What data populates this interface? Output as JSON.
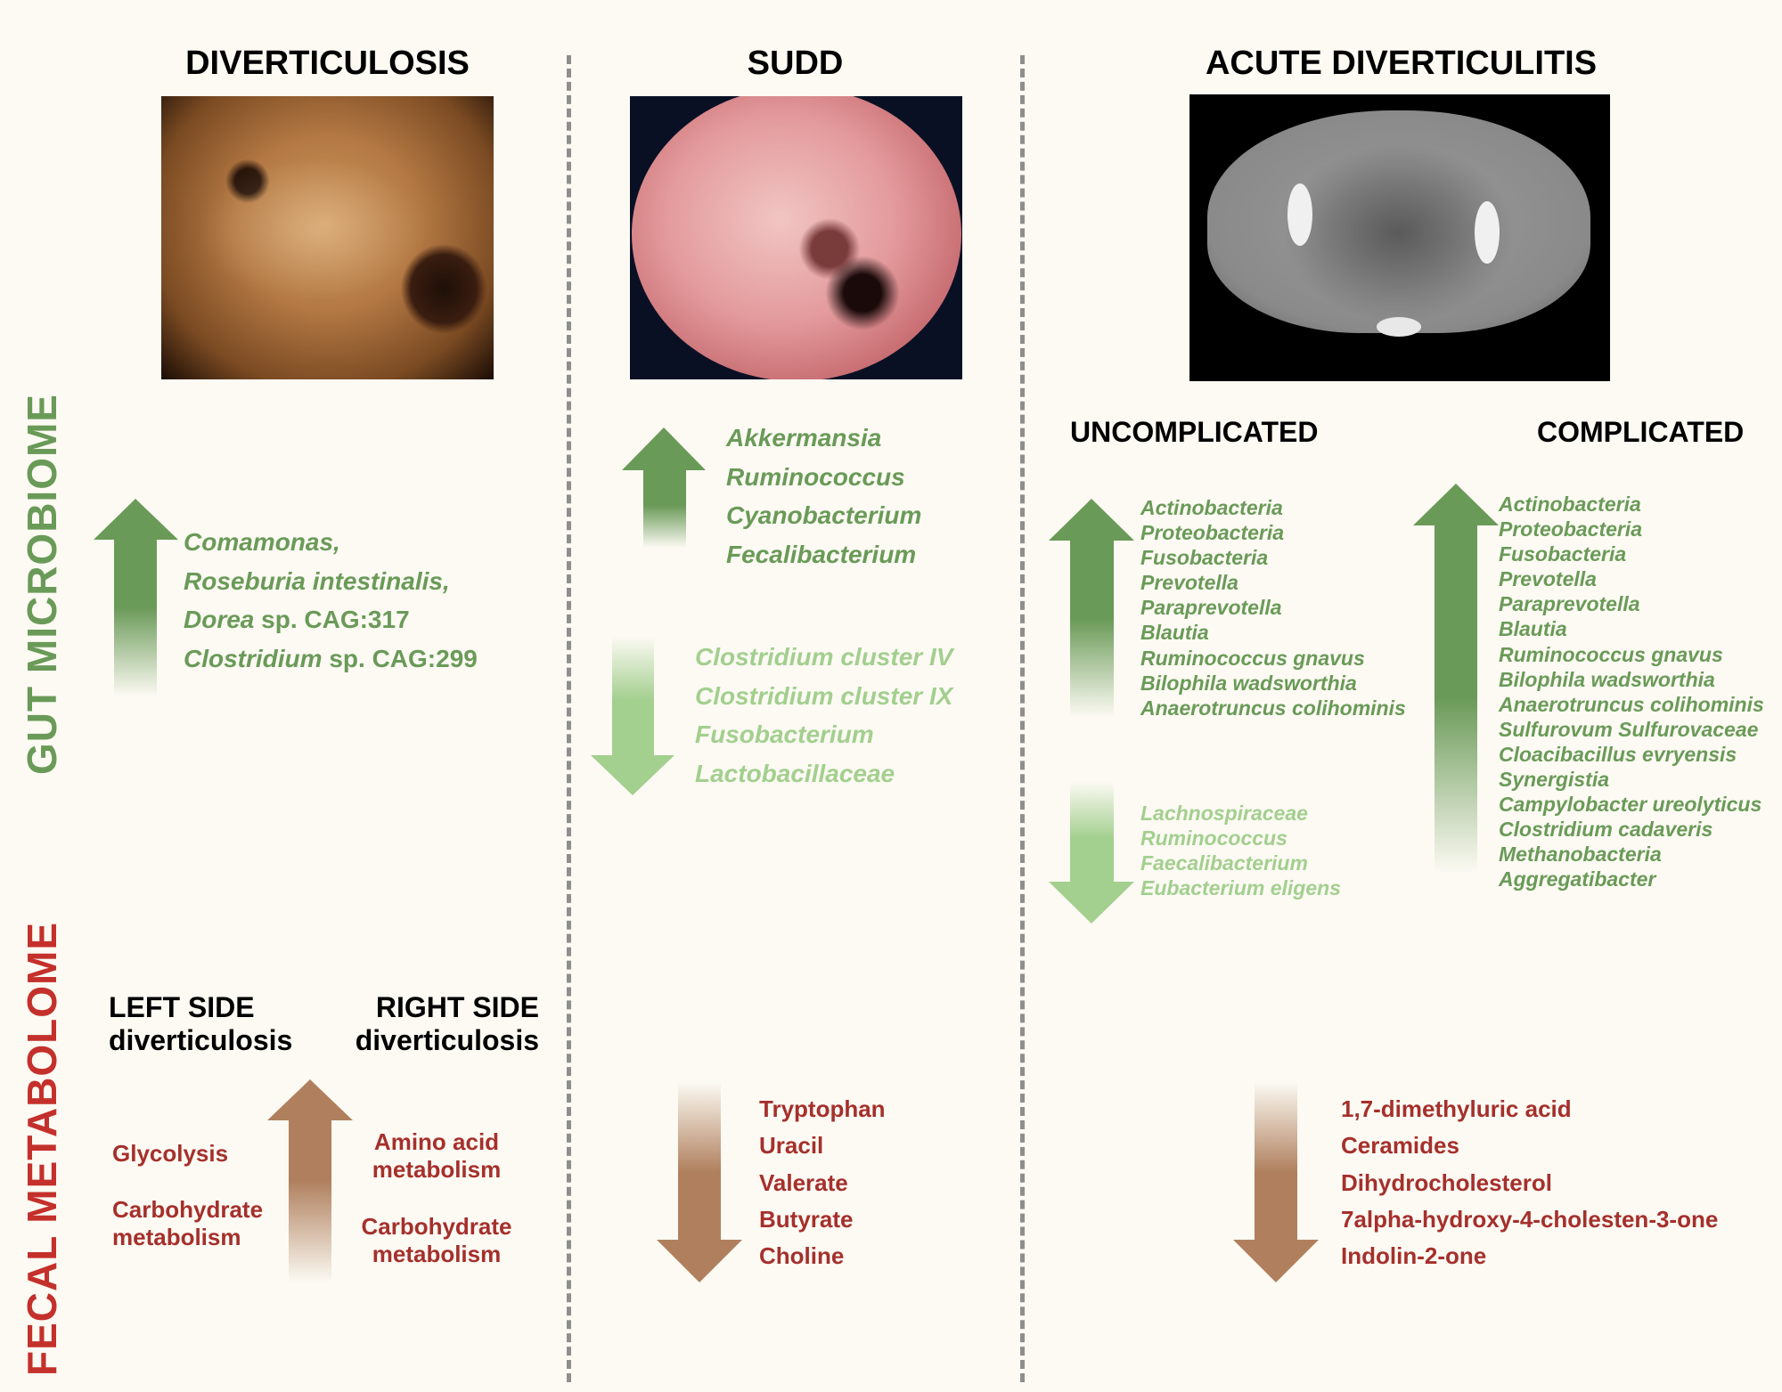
{
  "columns": {
    "diverticulosis": "DIVERTICULOSIS",
    "sudd": "SUDD",
    "acute": "ACUTE DIVERTICULITIS"
  },
  "side_labels": {
    "gut": "GUT MICROBIOME",
    "fecal": "FECAL METABOLOME"
  },
  "subheads": {
    "uncomplicated": "UNCOMPLICATED",
    "complicated": "COMPLICATED"
  },
  "diverticulosis_up": [
    {
      "italic": "Comamonas,",
      "rest": ""
    },
    {
      "italic": "Roseburia intestinalis,",
      "rest": ""
    },
    {
      "italic": "Dorea",
      "rest": " sp. CAG:317"
    },
    {
      "italic": "Clostridium",
      "rest": " sp. CAG:299"
    }
  ],
  "sudd_up": [
    "Akkermansia",
    "Ruminococcus",
    "Cyanobacterium",
    "Fecalibacterium"
  ],
  "sudd_down": [
    "Clostridium cluster IV",
    "Clostridium cluster IX",
    "Fusobacterium",
    "Lactobacillaceae"
  ],
  "uncomplicated_up": [
    "Actinobacteria",
    "Proteobacteria",
    "Fusobacteria",
    "Prevotella",
    "Paraprevotella",
    "Blautia",
    "Ruminococcus gnavus",
    "Bilophila wadsworthia",
    "Anaerotruncus colihominis"
  ],
  "uncomplicated_down": [
    "Lachnospiraceae",
    "Ruminococcus",
    "Faecalibacterium",
    "Eubacterium eligens"
  ],
  "complicated_up": [
    "Actinobacteria",
    "Proteobacteria",
    "Fusobacteria",
    "Prevotella",
    "Paraprevotella",
    "Blautia",
    "Ruminococcus gnavus",
    "Bilophila wadsworthia",
    "Anaerotruncus colihominis",
    "Sulfurovum Sulfurovaceae",
    "Cloacibacillus evryensis",
    "Synergistia",
    "Campylobacter ureolyticus",
    "Clostridium cadaveris",
    "Methanobacteria",
    "Aggregatibacter"
  ],
  "metabolome": {
    "left_side_title": [
      "LEFT SIDE",
      "diverticulosis"
    ],
    "right_side_title": [
      "RIGHT SIDE",
      "diverticulosis"
    ],
    "left_items": [
      "Glycolysis",
      "Carbohydrate metabolism"
    ],
    "right_items": [
      "Amino acid metabolism",
      "Carbohydrate metabolism"
    ],
    "sudd_down": [
      "Tryptophan",
      "Uracil",
      "Valerate",
      "Butyrate",
      "Choline"
    ],
    "acute_down": [
      "1,7-dimethyluric acid",
      "Ceramides",
      "Dihydrocholesterol",
      "7alpha-hydroxy-4-cholesten-3-one",
      "Indolin-2-one"
    ]
  },
  "colors": {
    "background": "#fcfaf3",
    "up_arrow": "#6a9a58",
    "down_arrow_light": "#a3cf8f",
    "metabolite_arrow": "#b0805e",
    "metabolite_text": "#a5302c",
    "gut_label": "#6a9a58",
    "fecal_label": "#c4302b"
  }
}
